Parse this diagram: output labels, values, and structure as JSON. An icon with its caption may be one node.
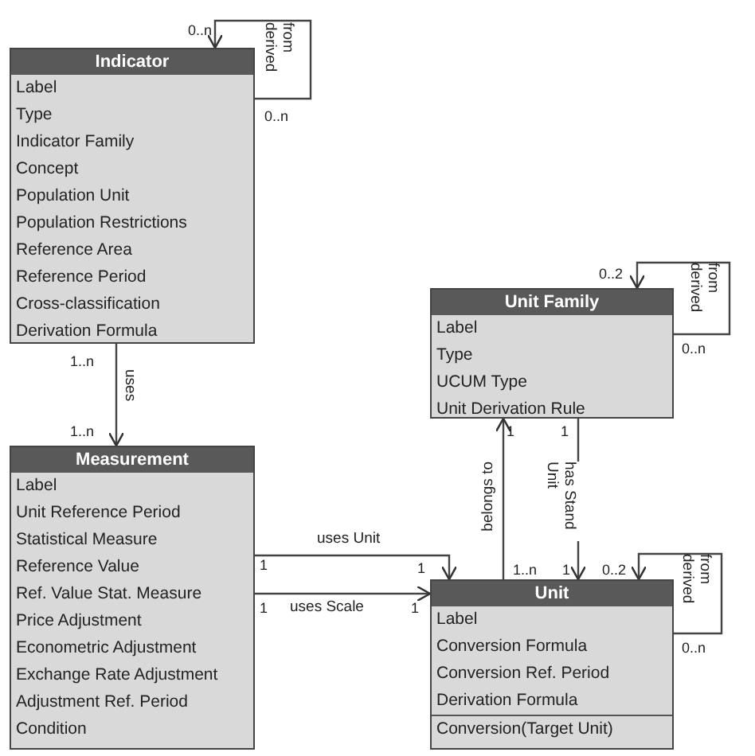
{
  "diagram": {
    "nodes": [
      {
        "text": [
          "Indicator",
          "Label",
          "Type",
          "Indicator Family",
          "Concept",
          "Population Unit",
          "Population Restrictions",
          "Reference Area",
          "Reference Period",
          "Cross-classification",
          "Derivation Formula"
        ]
      },
      {
        "text": [
          "Measurement",
          "Label",
          "Unit Reference Period",
          "Statistical Measure",
          "Reference Value",
          "Ref. Value Stat. Measure",
          "Price Adjustment",
          "Econometric Adjustment",
          "Exchange Rate Adjustment",
          "Adjustment Ref. Period",
          "Condition"
        ]
      },
      {
        "text": [
          "Unit Family",
          "Label",
          "Type",
          "UCUM Type",
          "Unit Derivation Rule"
        ]
      },
      {
        "text": [
          "Unit",
          "Label",
          "Conversion Formula",
          "Conversion Ref. Period",
          "Derivation Formula",
          "Conversion(Target Unit)"
        ]
      }
    ],
    "edges": [
      {
        "from": 0,
        "to": 0,
        "arrow": "to",
        "label": "derived from"
      },
      {
        "from": 0,
        "to": 1,
        "arrow": "to",
        "label": "uses"
      },
      {
        "from": 2,
        "to": 2,
        "arrow": "to",
        "label": "derived from"
      },
      {
        "from": 3,
        "to": 2,
        "arrow": "to",
        "label": "belongs to"
      },
      {
        "from": 2,
        "to": 3,
        "arrow": "to",
        "label": "has Stand Unit"
      },
      {
        "from": 1,
        "to": 3,
        "arrow": "to",
        "label": "uses Unit"
      },
      {
        "from": 1,
        "to": 3,
        "arrow": "to",
        "label": "uses Scale"
      },
      {
        "from": 3,
        "to": 3,
        "arrow": "to",
        "label": "derived from"
      }
    ],
    "labels": [
      "0..n",
      "0..n",
      "1..n",
      "1..n",
      "0..2",
      "0..n",
      "1",
      "1",
      "1",
      "1",
      "1..n",
      "1",
      "0..2",
      "1",
      "1",
      "0..n"
    ]
  }
}
